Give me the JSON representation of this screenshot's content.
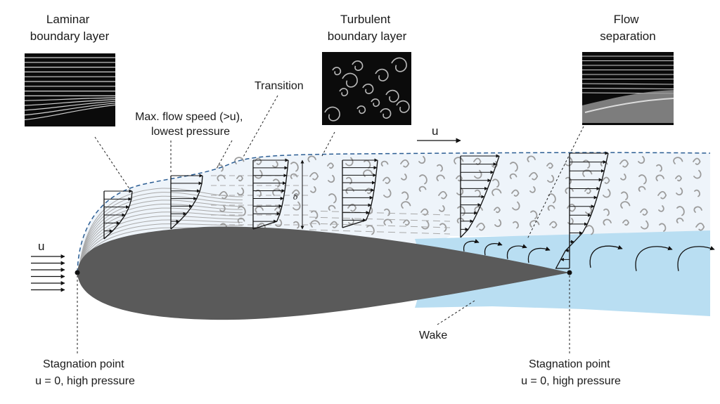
{
  "labels": {
    "laminar_title": [
      "Laminar",
      "boundary layer"
    ],
    "turbulent_title": [
      "Turbulent",
      "boundary layer"
    ],
    "separation_title": [
      "Flow",
      "separation"
    ],
    "transition": "Transition",
    "max_speed": [
      "Max. flow speed (>u),",
      "lowest pressure"
    ],
    "freestream_top": "u",
    "freestream_left": "u",
    "delta": "δ",
    "wake": "Wake",
    "stagnation_front": [
      "Stagnation point",
      "u = 0, high pressure"
    ],
    "stagnation_rear": [
      "Stagnation point",
      "u = 0, high pressure"
    ]
  },
  "colors": {
    "airfoil": "#5a5a5a",
    "boundary_layer_fill": "#eef4fa",
    "boundary_edge": "#2b5d93",
    "wake": "#b9def2",
    "photo_bg": "#0b0b0b"
  }
}
